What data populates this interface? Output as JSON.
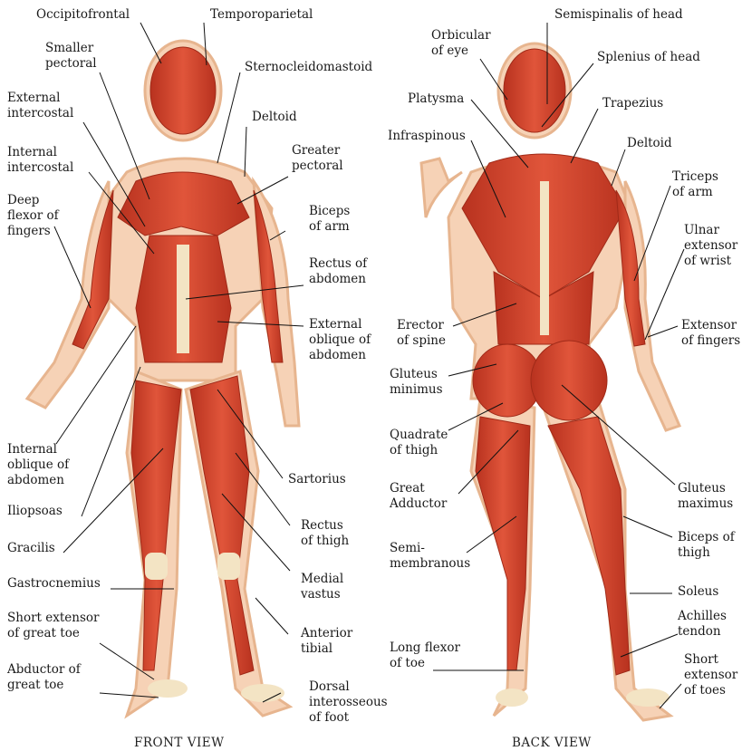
{
  "captions": {
    "front": "FRONT VIEW",
    "back": "BACK VIEW"
  },
  "front_labels": {
    "occipitofrontal": "Occipitofrontal",
    "temporoparietal": "Temporoparietal",
    "smaller_pectoral": "Smaller\npectoral",
    "sternocleidomastoid": "Sternocleidomastoid",
    "external_intercostal": "External\nintercostal",
    "deltoid": "Deltoid",
    "internal_intercostal": "Internal\nintercostal",
    "greater_pectoral": "Greater\npectoral",
    "deep_flexor": "Deep\nflexor of\nfingers",
    "biceps_arm": "Biceps\nof arm",
    "rectus_abdomen": "Rectus of\nabdomen",
    "external_oblique": "External\noblique of\nabdomen",
    "internal_oblique": "Internal\noblique of\nabdomen",
    "sartorius": "Sartorius",
    "iliopsoas": "Iliopsoas",
    "rectus_thigh": "Rectus\nof thigh",
    "gracilis": "Gracilis",
    "medial_vastus": "Medial\nvastus",
    "gastrocnemius": "Gastrocnemius",
    "anterior_tibial": "Anterior\ntibial",
    "short_extensor_great_toe": "Short extensor\nof great toe",
    "abductor_great_toe": "Abductor of\ngreat toe",
    "dorsal_interosseous": "Dorsal\ninterosseous\nof foot"
  },
  "back_labels": {
    "semispinalis": "Semispinalis of head",
    "orbicular_eye": "Orbicular\nof eye",
    "splenius": "Splenius of head",
    "platysma": "Platysma",
    "trapezius": "Trapezius",
    "infraspinous": "Infraspinous",
    "deltoid": "Deltoid",
    "triceps": "Triceps\nof arm",
    "ulnar_extensor": "Ulnar\nextensor\nof wrist",
    "erector_spine": "Erector\nof spine",
    "extensor_fingers": "Extensor\nof fingers",
    "gluteus_minimus": "Gluteus\nminimus",
    "quadrate_thigh": "Quadrate\nof thigh",
    "great_adductor": "Great\nAdductor",
    "gluteus_maximus": "Gluteus\nmaximus",
    "semimembranous": "Semi-\nmembranous",
    "biceps_thigh": "Biceps of\nthigh",
    "soleus": "Soleus",
    "achilles": "Achilles\ntendon",
    "long_flexor_toe": "Long flexor\nof toe",
    "short_extensor_toes": "Short\nextensor\nof toes"
  },
  "colors": {
    "muscle": "#d9432c",
    "muscle_dark": "#b0301e",
    "skin": "#f6d2b6",
    "tendon": "#f3e4c4",
    "leader": "#111111"
  }
}
